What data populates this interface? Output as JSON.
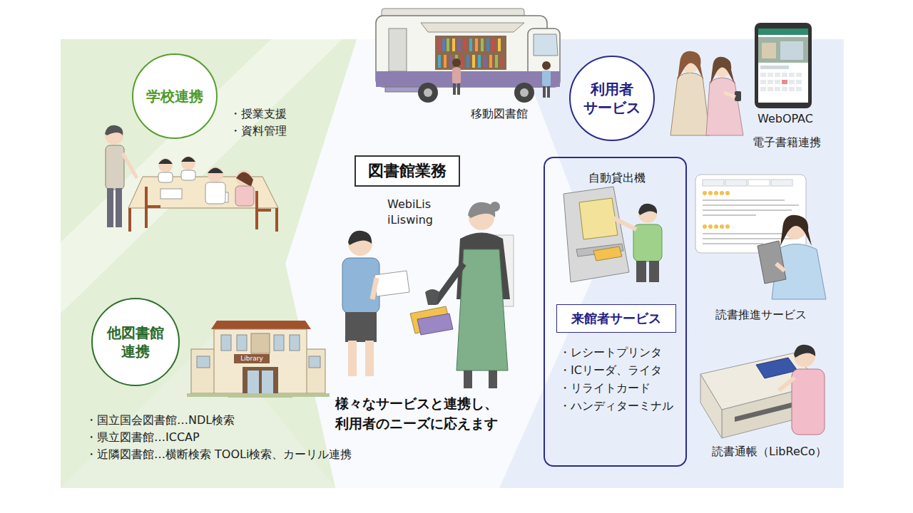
{
  "diagram": {
    "nodes": [
      {
        "text": [
          "学校連携"
        ]
      },
      {
        "text": [
          "利用者 サービス"
        ]
      },
      {
        "text": [
          "図書館業務"
        ]
      },
      {
        "text": [
          "自動貸出機",
          "・レシートプリンタ",
          "・ICリーダ、ライタ",
          "・リライトカード",
          "・ハンディターミナル"
        ]
      },
      {
        "text": [
          "来館者サービス"
        ],
        "in": 3
      },
      {
        "text": [
          "他図書館 連携"
        ]
      }
    ],
    "labels": [
      "・授業支援",
      "・資料管理",
      "移動図書館",
      "WebOPAC",
      "電子書籍連携",
      "WebiLis",
      "iLiswing",
      "Library",
      "様々なサービスと連携し、 利用者のニーズに応えます",
      "読書推進サービス",
      "読書通帳（LibReCo）",
      "・国立国会図書館…NDL検索",
      "・県立図書館…ICCAP",
      "・近隣図書館…横断検索 TOOLi検索、カーリル連携"
    ]
  }
}
